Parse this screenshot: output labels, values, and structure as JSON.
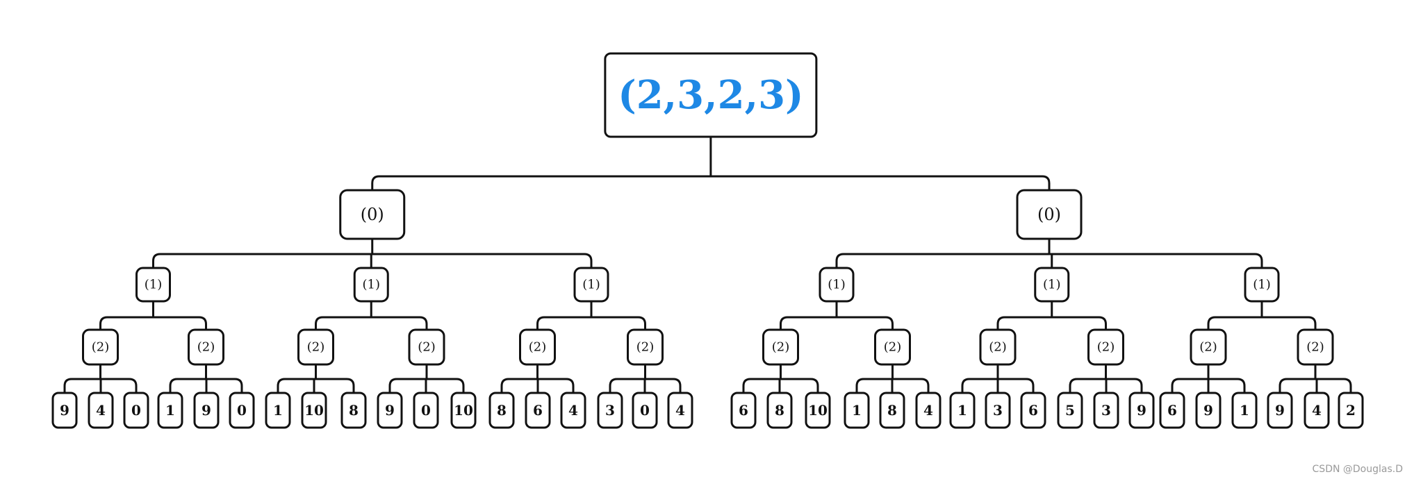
{
  "tree": {
    "label": "(2,3,2,3)",
    "children": [
      {
        "label": "(0)",
        "children": [
          {
            "label": "(1)",
            "children": [
              {
                "label": "(2)",
                "children": [
                  {
                    "label": "9"
                  },
                  {
                    "label": "4"
                  },
                  {
                    "label": "0"
                  }
                ]
              },
              {
                "label": "(2)",
                "children": [
                  {
                    "label": "1"
                  },
                  {
                    "label": "9"
                  },
                  {
                    "label": "0"
                  }
                ]
              }
            ]
          },
          {
            "label": "(1)",
            "children": [
              {
                "label": "(2)",
                "children": [
                  {
                    "label": "1"
                  },
                  {
                    "label": "10"
                  },
                  {
                    "label": "8"
                  }
                ]
              },
              {
                "label": "(2)",
                "children": [
                  {
                    "label": "9"
                  },
                  {
                    "label": "0"
                  },
                  {
                    "label": "10"
                  }
                ]
              }
            ]
          },
          {
            "label": "(1)",
            "children": [
              {
                "label": "(2)",
                "children": [
                  {
                    "label": "8"
                  },
                  {
                    "label": "6"
                  },
                  {
                    "label": "4"
                  }
                ]
              },
              {
                "label": "(2)",
                "children": [
                  {
                    "label": "3"
                  },
                  {
                    "label": "0"
                  },
                  {
                    "label": "4"
                  }
                ]
              }
            ]
          }
        ]
      },
      {
        "label": "(0)",
        "children": [
          {
            "label": "(1)",
            "children": [
              {
                "label": "(2)",
                "children": [
                  {
                    "label": "6"
                  },
                  {
                    "label": "8"
                  },
                  {
                    "label": "10"
                  }
                ]
              },
              {
                "label": "(2)",
                "children": [
                  {
                    "label": "1"
                  },
                  {
                    "label": "8"
                  },
                  {
                    "label": "4"
                  }
                ]
              }
            ]
          },
          {
            "label": "(1)",
            "children": [
              {
                "label": "(2)",
                "children": [
                  {
                    "label": "1"
                  },
                  {
                    "label": "3"
                  },
                  {
                    "label": "6"
                  }
                ]
              },
              {
                "label": "(2)",
                "children": [
                  {
                    "label": "5"
                  },
                  {
                    "label": "3"
                  },
                  {
                    "label": "9"
                  }
                ]
              }
            ]
          },
          {
            "label": "(1)",
            "children": [
              {
                "label": "(2)",
                "children": [
                  {
                    "label": "6"
                  },
                  {
                    "label": "9"
                  },
                  {
                    "label": "1"
                  }
                ]
              },
              {
                "label": "(2)",
                "children": [
                  {
                    "label": "9"
                  },
                  {
                    "label": "4"
                  },
                  {
                    "label": "2"
                  }
                ]
              }
            ]
          }
        ]
      }
    ]
  },
  "colors": {
    "root_text": "#1e88e5",
    "line": "#111111",
    "watermark": "#9a9a9a"
  },
  "watermark": "CSDN @Douglas.D"
}
